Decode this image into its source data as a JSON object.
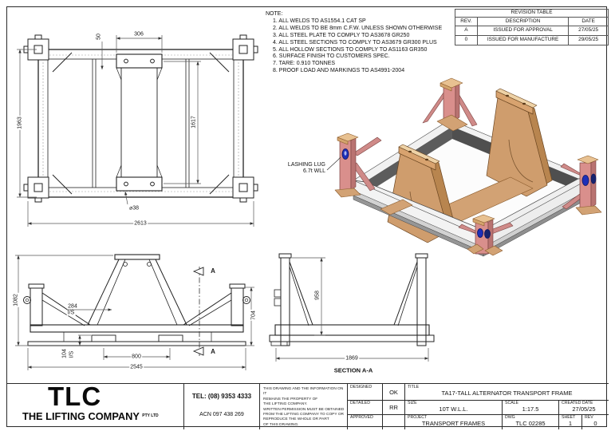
{
  "revision_table": {
    "title": "REVISION TABLE",
    "columns": [
      "REV.",
      "DESCRIPTION",
      "DATE"
    ],
    "rows": [
      {
        "rev": "A",
        "description": "ISSUED FOR APPROVAL",
        "date": "27/05/25"
      },
      {
        "rev": "0",
        "description": "ISSUED FOR MANUFACTURE",
        "date": "29/05/25"
      }
    ]
  },
  "notes": {
    "heading": "NOTE:",
    "items": [
      "1. ALL WELDS TO AS1554.1 CAT SP",
      "2. ALL WELDS TO BE 8mm C.F.W. UNLESS SHOWN OTHERWISE",
      "3. ALL STEEL PLATE TO COMPLY TO AS3678 GR250",
      "4. ALL STEEL SECTIONS TO COMPLY TO AS3679 GR300 PLUS",
      "5. ALL HOLLOW SECTIONS TO COMPLY TO AS1163 GR350",
      "6. SURFACE FINISH TO CUSTOMERS SPEC.",
      "7. TARE: 0.910 TONNES",
      "8. PROOF LOAD AND MARKINGS TO AS4991-2004"
    ]
  },
  "plan_view": {
    "dims": {
      "overall_height": "1963",
      "rail_width": "50",
      "plate_width": "306",
      "inner_height": "1617",
      "hole_dia": "⌀38",
      "overall_width": "2613"
    }
  },
  "elevation_view": {
    "dims": {
      "overall_height": "1082",
      "inside_width": "284",
      "inside_width_suffix": "I/S",
      "inside_height": "104",
      "inside_height_suffix": "I/S",
      "pad_spacing": "800",
      "overall_width": "2545",
      "end_height": "704"
    },
    "section_letter": "A"
  },
  "section_view": {
    "dims": {
      "height": "958",
      "width": "1869"
    },
    "label": "SECTION A-A"
  },
  "iso_view": {
    "callout_line1": "LASHING LUG",
    "callout_line2": "6.7t  WLL"
  },
  "title_block": {
    "logo": "TLC",
    "company": "THE LIFTING COMPANY",
    "company_suffix": "PTY LTD",
    "tel": "TEL: (08) 9353 4333",
    "acn": "ACN 097 438 269",
    "disclaimer_lines": [
      "THIS DRAWING AND THE INFORMATION ON IT",
      "REMAINS THE PROPERTY OF",
      "THE LIFTING COMPANY.",
      "WRITTEN PERMISSION MUST BE OBTAINED",
      "FROM THE LIFTING COMPANY TO COPY OR",
      "REPRODUCE THE WHOLE OR PART",
      "OF THIS DRAWING."
    ],
    "designed_label": "DESIGNED",
    "designed_value": "OK",
    "detailed_label": "DETAILED",
    "detailed_value": "RR",
    "approved_label": "APPROVED",
    "approved_value": "",
    "title_label": "TITLE",
    "title_value": "TA17-TALL ALTERNATOR TRANSPORT FRAME",
    "size_label": "SIZE",
    "size_value": "10T W.L.L.",
    "scale_label": "SCALE",
    "scale_value": "1:17.5",
    "created_label": "CREATED DATE",
    "created_value": "27/05/25",
    "project_label": "PROJECT",
    "project_value": "TRANSPORT FRAMES",
    "dwg_label": "DWG",
    "dwg_value": "TLC 02285",
    "sheet_label": "SHEET",
    "sheet_value": "1",
    "rev_label": "REV",
    "rev_value": "0"
  },
  "colors": {
    "tan": "#cf9d6d",
    "tan_dark": "#b8854f",
    "tan_light": "#eed2a6",
    "pink": "#d98f8c",
    "pink_dark": "#b97371",
    "lug_blue": "#1f2fb8",
    "steel_light": "#f1f1f1",
    "steel_dark": "#5c5c5c",
    "line": "#2a2a2a"
  }
}
